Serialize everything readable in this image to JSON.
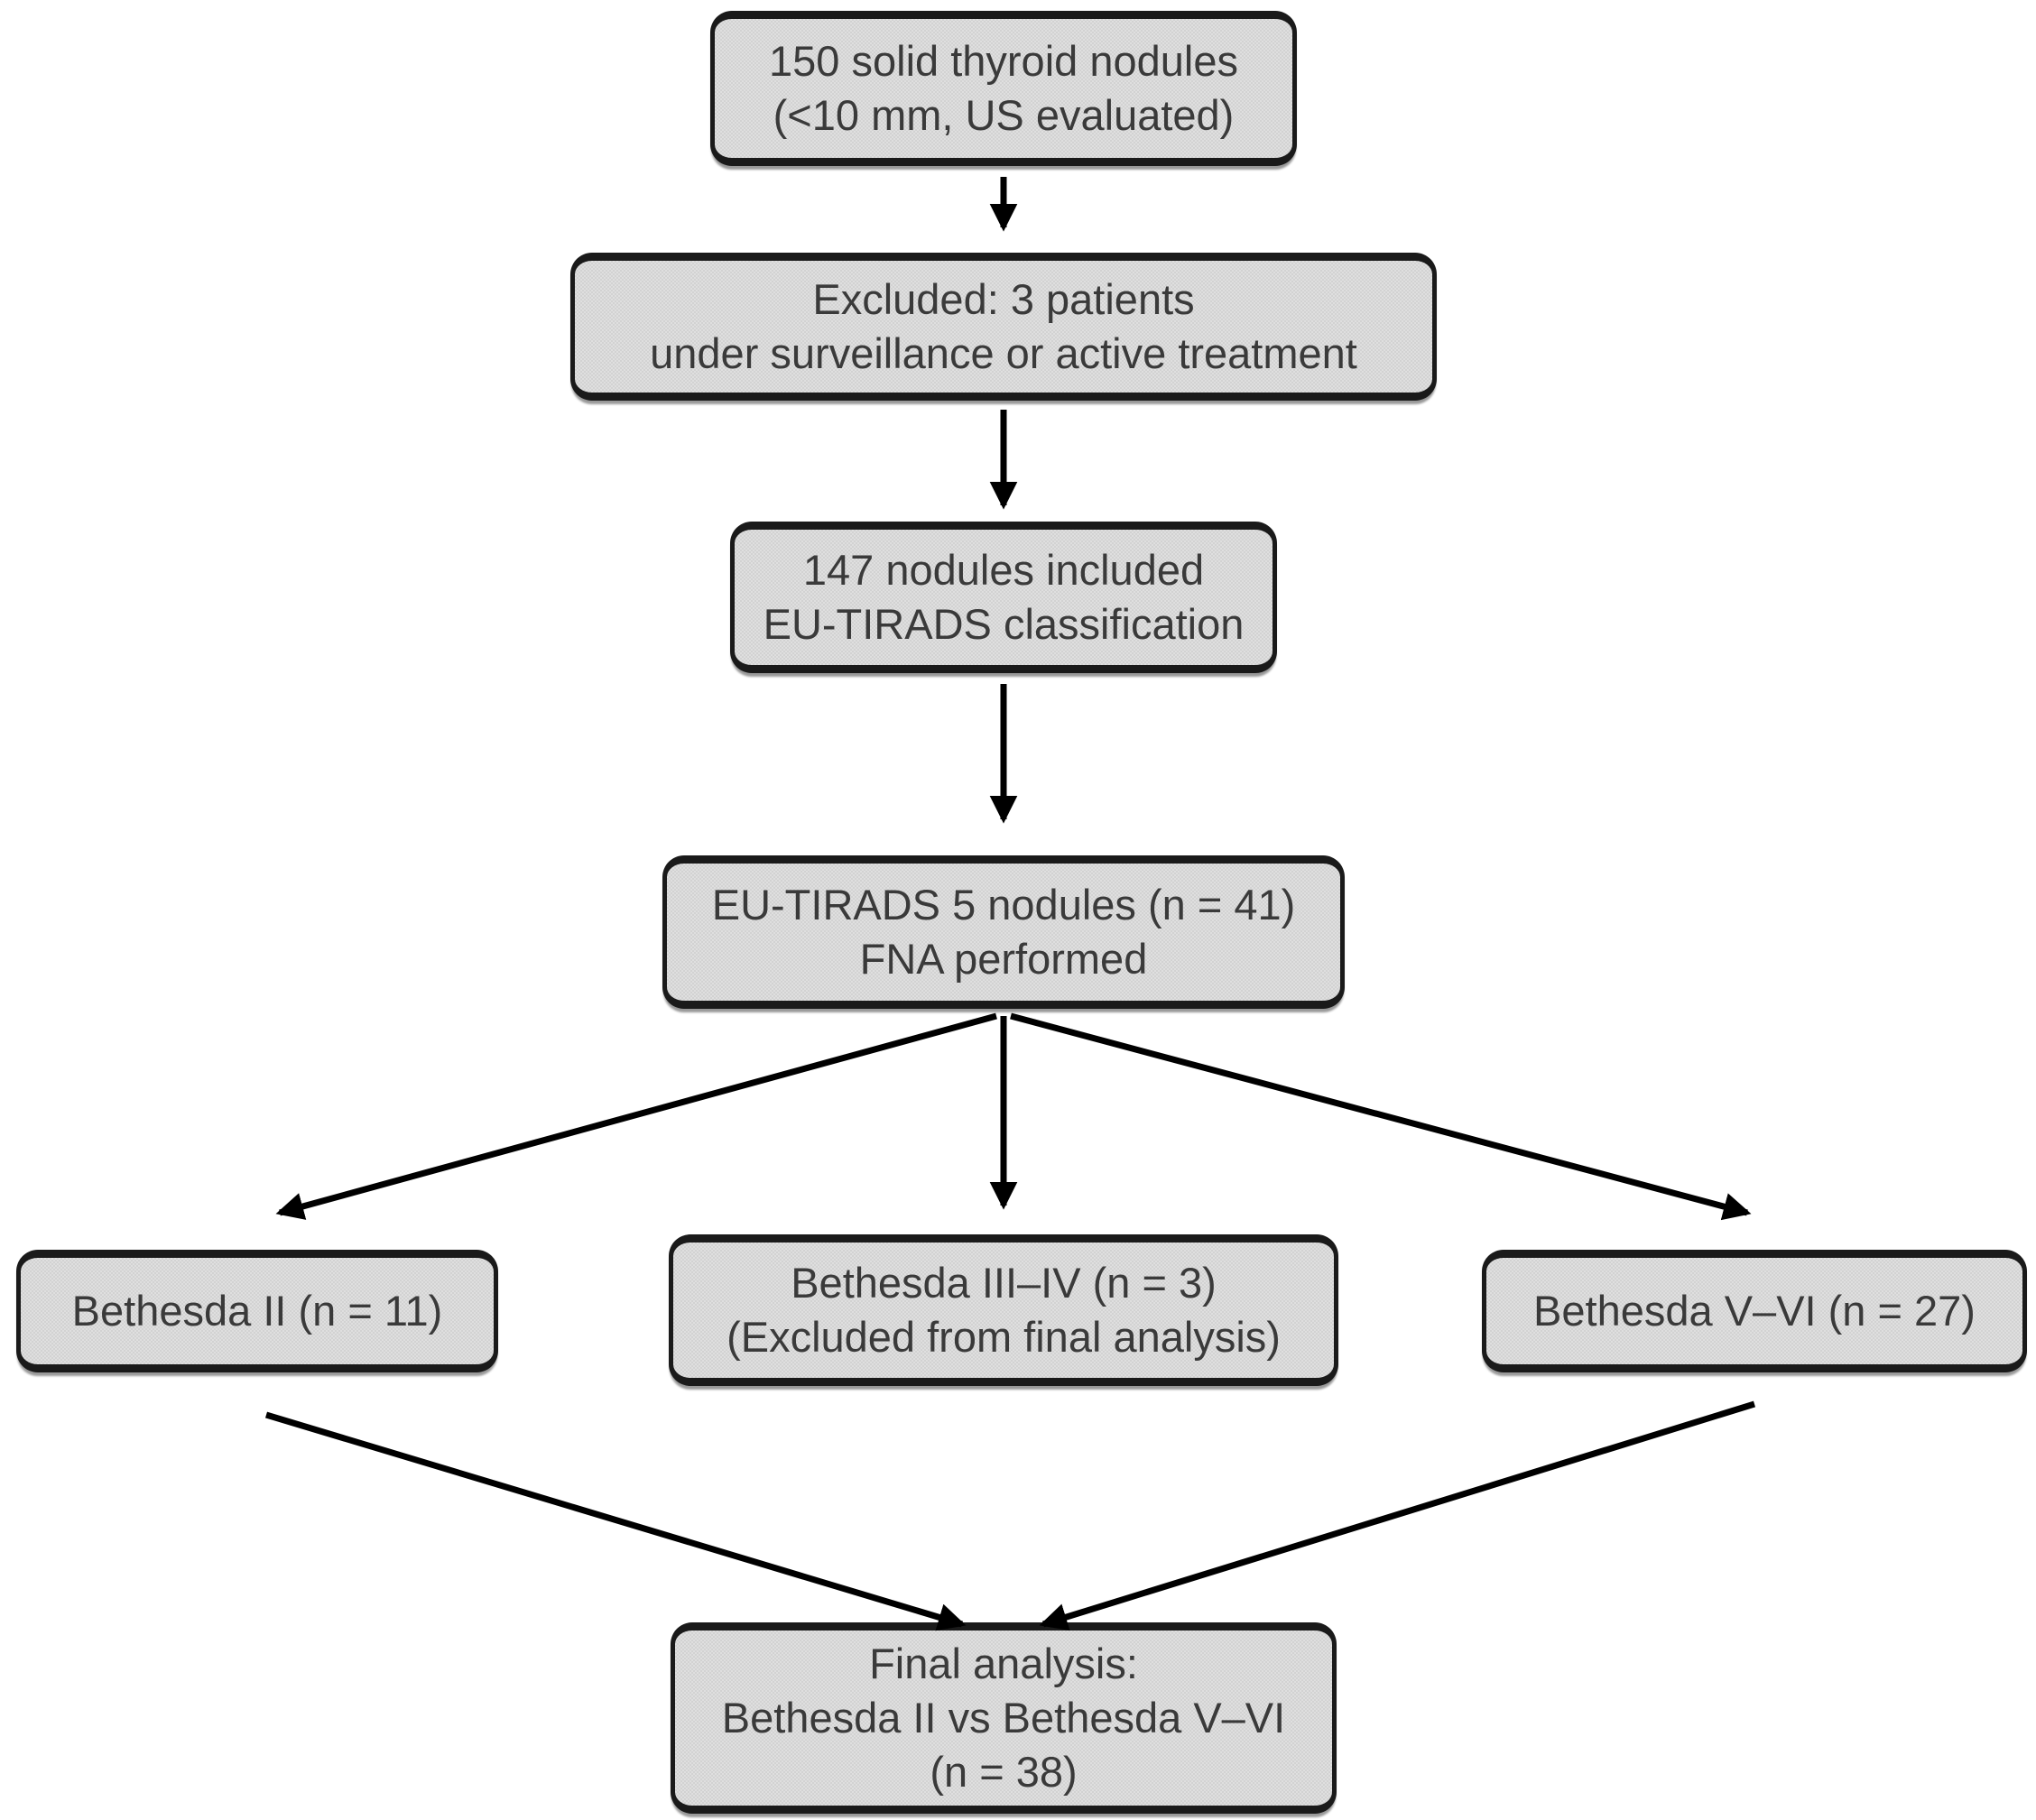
{
  "diagram": {
    "nodes": {
      "total": {
        "lines": [
          "150 solid thyroid nodules",
          "(<10 mm, US evaluated)"
        ]
      },
      "excluded": {
        "lines": [
          "Excluded: 3 patients",
          "under surveillance or active treatment"
        ]
      },
      "included": {
        "lines": [
          "147 nodules included",
          "EU-TIRADS classification"
        ]
      },
      "fna": {
        "lines": [
          "EU-TIRADS 5 nodules (n = 41)",
          "FNA performed"
        ]
      },
      "bethesda_ii": {
        "lines": [
          "Bethesda II (n = 11)"
        ]
      },
      "bethesda_iii_iv": {
        "lines": [
          "Bethesda III–IV (n = 3)",
          "(Excluded from final analysis)"
        ]
      },
      "bethesda_v_vi": {
        "lines": [
          "Bethesda V–VI (n = 27)"
        ]
      },
      "final": {
        "lines": [
          "Final analysis:",
          "Bethesda II vs Bethesda V–VI",
          "(n = 38)"
        ]
      }
    },
    "colors": {
      "background": "#ffffff",
      "box_fill": "#d9d9d9",
      "box_border": "#1a1a1a",
      "text": "#3a3a3a",
      "arrow": "#000000"
    }
  }
}
